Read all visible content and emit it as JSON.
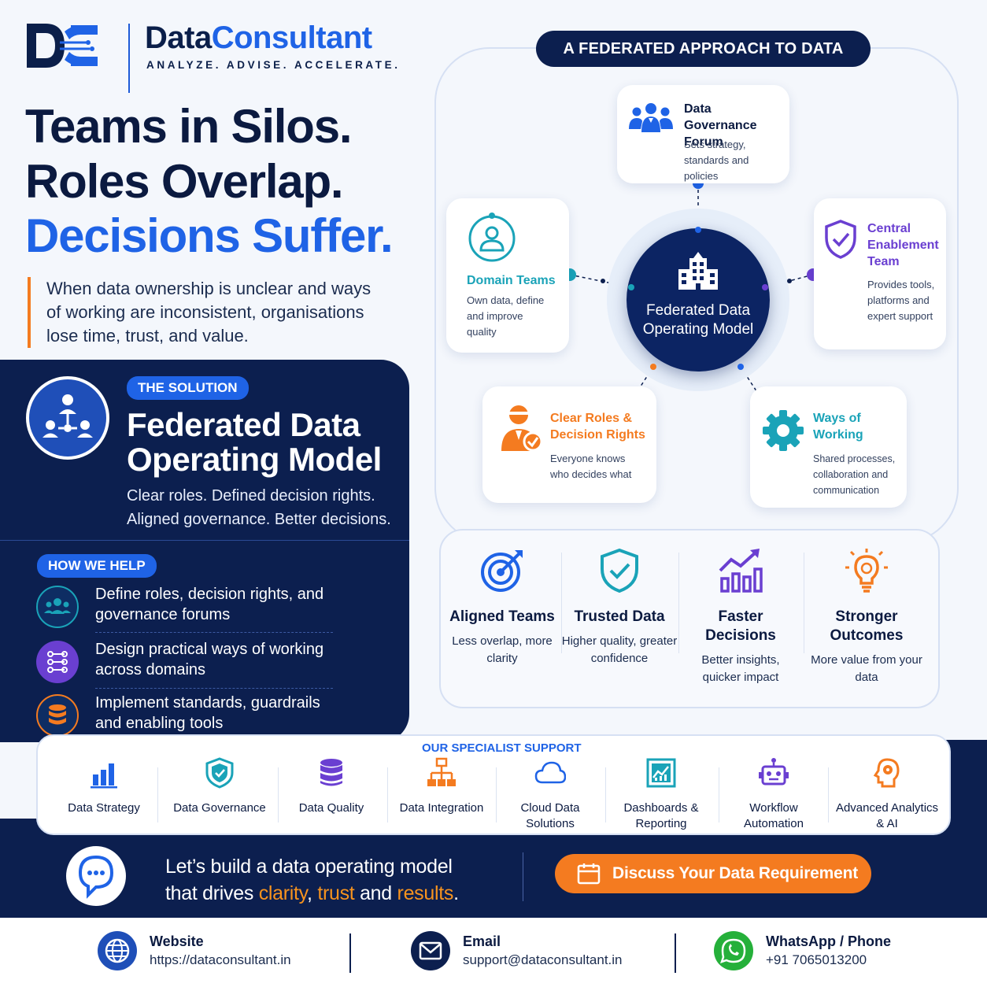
{
  "brand": {
    "name_part1": "Data",
    "name_part2": "Consultant",
    "tagline": "ANALYZE. ADVISE. ACCELERATE.",
    "logo_icon": "dc-circuit-logo"
  },
  "headline": {
    "line1": "Teams in Silos.",
    "line2": "Roles Overlap.",
    "line3": "Decisions Suffer."
  },
  "intro": "When data ownership is unclear and ways of working are inconsistent, organisations lose time, trust, and value.",
  "solution": {
    "pill": "THE SOLUTION",
    "title": "Federated Data Operating Model",
    "description": "Clear roles. Defined decision rights. Aligned governance. Better decisions.",
    "icon": "network-people-icon"
  },
  "how_we_help": {
    "pill": "HOW WE HELP",
    "items": [
      {
        "text": "Define roles, decision rights, and governance forums",
        "icon": "team-icon",
        "color": "#1aa3b8"
      },
      {
        "text": "Design practical ways of working across domains",
        "icon": "workflow-icon",
        "color": "#6a3fd1"
      },
      {
        "text": "Implement standards, guardrails and enabling tools",
        "icon": "database-icon",
        "color": "#f47b20"
      }
    ]
  },
  "federated": {
    "banner": "A FEDERATED APPROACH TO DATA",
    "hub_label": "Federated Data Operating Model",
    "hub_icon": "building-icon",
    "nodes": {
      "governance": {
        "title": "Data Governance Forum",
        "desc": "Sets strategy, standards and policies",
        "icon": "group-icon",
        "color": "#1f63e6"
      },
      "domain": {
        "title": "Domain Teams",
        "desc": "Own data, define and improve quality",
        "icon": "person-circle-icon",
        "color": "#1aa3b8"
      },
      "central": {
        "title": "Central Enablement Team",
        "desc": "Provides tools, platforms and expert support",
        "icon": "shield-check-icon",
        "color": "#6a3fd1"
      },
      "roles": {
        "title": "Clear Roles & Decision Rights",
        "desc": "Everyone knows who decides what",
        "icon": "person-check-icon",
        "color": "#f47b20"
      },
      "ways": {
        "title": "Ways of Working",
        "desc": "Shared processes, collaboration and communication",
        "icon": "gear-icon",
        "color": "#1aa3b8"
      }
    }
  },
  "benefits": [
    {
      "title": "Aligned Teams",
      "desc": "Less overlap, more clarity",
      "icon": "target-icon",
      "color": "#1f63e6"
    },
    {
      "title": "Trusted Data",
      "desc": "Higher quality, greater confidence",
      "icon": "shield-check-icon",
      "color": "#1aa3b8"
    },
    {
      "title": "Faster Decisions",
      "desc": "Better insights, quicker impact",
      "icon": "growth-chart-icon",
      "color": "#6a3fd1"
    },
    {
      "title": "Stronger Outcomes",
      "desc": "More value from your data",
      "icon": "lightbulb-icon",
      "color": "#f47b20"
    }
  ],
  "specialist": {
    "title": "OUR SPECIALIST SUPPORT",
    "services": [
      {
        "label": "Data Strategy",
        "icon": "bar-chart-icon",
        "color": "#1f63e6"
      },
      {
        "label": "Data Governance",
        "icon": "shield-icon",
        "color": "#1aa3b8"
      },
      {
        "label": "Data Quality",
        "icon": "database-icon",
        "color": "#6a3fd1"
      },
      {
        "label": "Data Integration",
        "icon": "hierarchy-icon",
        "color": "#f47b20"
      },
      {
        "label": "Cloud Data Solutions",
        "icon": "cloud-icon",
        "color": "#1f63e6"
      },
      {
        "label": "Dashboards & Reporting",
        "icon": "dashboard-icon",
        "color": "#1aa3b8"
      },
      {
        "label": "Workflow Automation",
        "icon": "robot-icon",
        "color": "#6a3fd1"
      },
      {
        "label": "Advanced Analytics & AI",
        "icon": "brain-icon",
        "color": "#f47b20"
      }
    ]
  },
  "cta": {
    "line1": "Let’s build a data operating model",
    "line2_prefix": "that drives ",
    "word1": "clarity",
    "comma": ", ",
    "word2": "trust",
    "and": " and ",
    "word3": "results",
    "period": ".",
    "button": "Discuss Your Data Requirement",
    "button_icon": "calendar-icon",
    "bubble_icon": "chat-bubble-icon"
  },
  "footer": {
    "website": {
      "label": "Website",
      "value": "https://dataconsultant.in",
      "icon": "globe-icon",
      "color": "#1f4fb8"
    },
    "email": {
      "label": "Email",
      "value": "support@dataconsultant.in",
      "icon": "mail-icon",
      "color": "#0c1f4f"
    },
    "phone": {
      "label": "WhatsApp / Phone",
      "value": "+91 7065013200",
      "icon": "whatsapp-icon",
      "color": "#25b03a"
    }
  },
  "colors": {
    "navy": "#0c1f4f",
    "blue": "#1f63e6",
    "teal": "#1aa3b8",
    "purple": "#6a3fd1",
    "orange": "#f47b20"
  }
}
